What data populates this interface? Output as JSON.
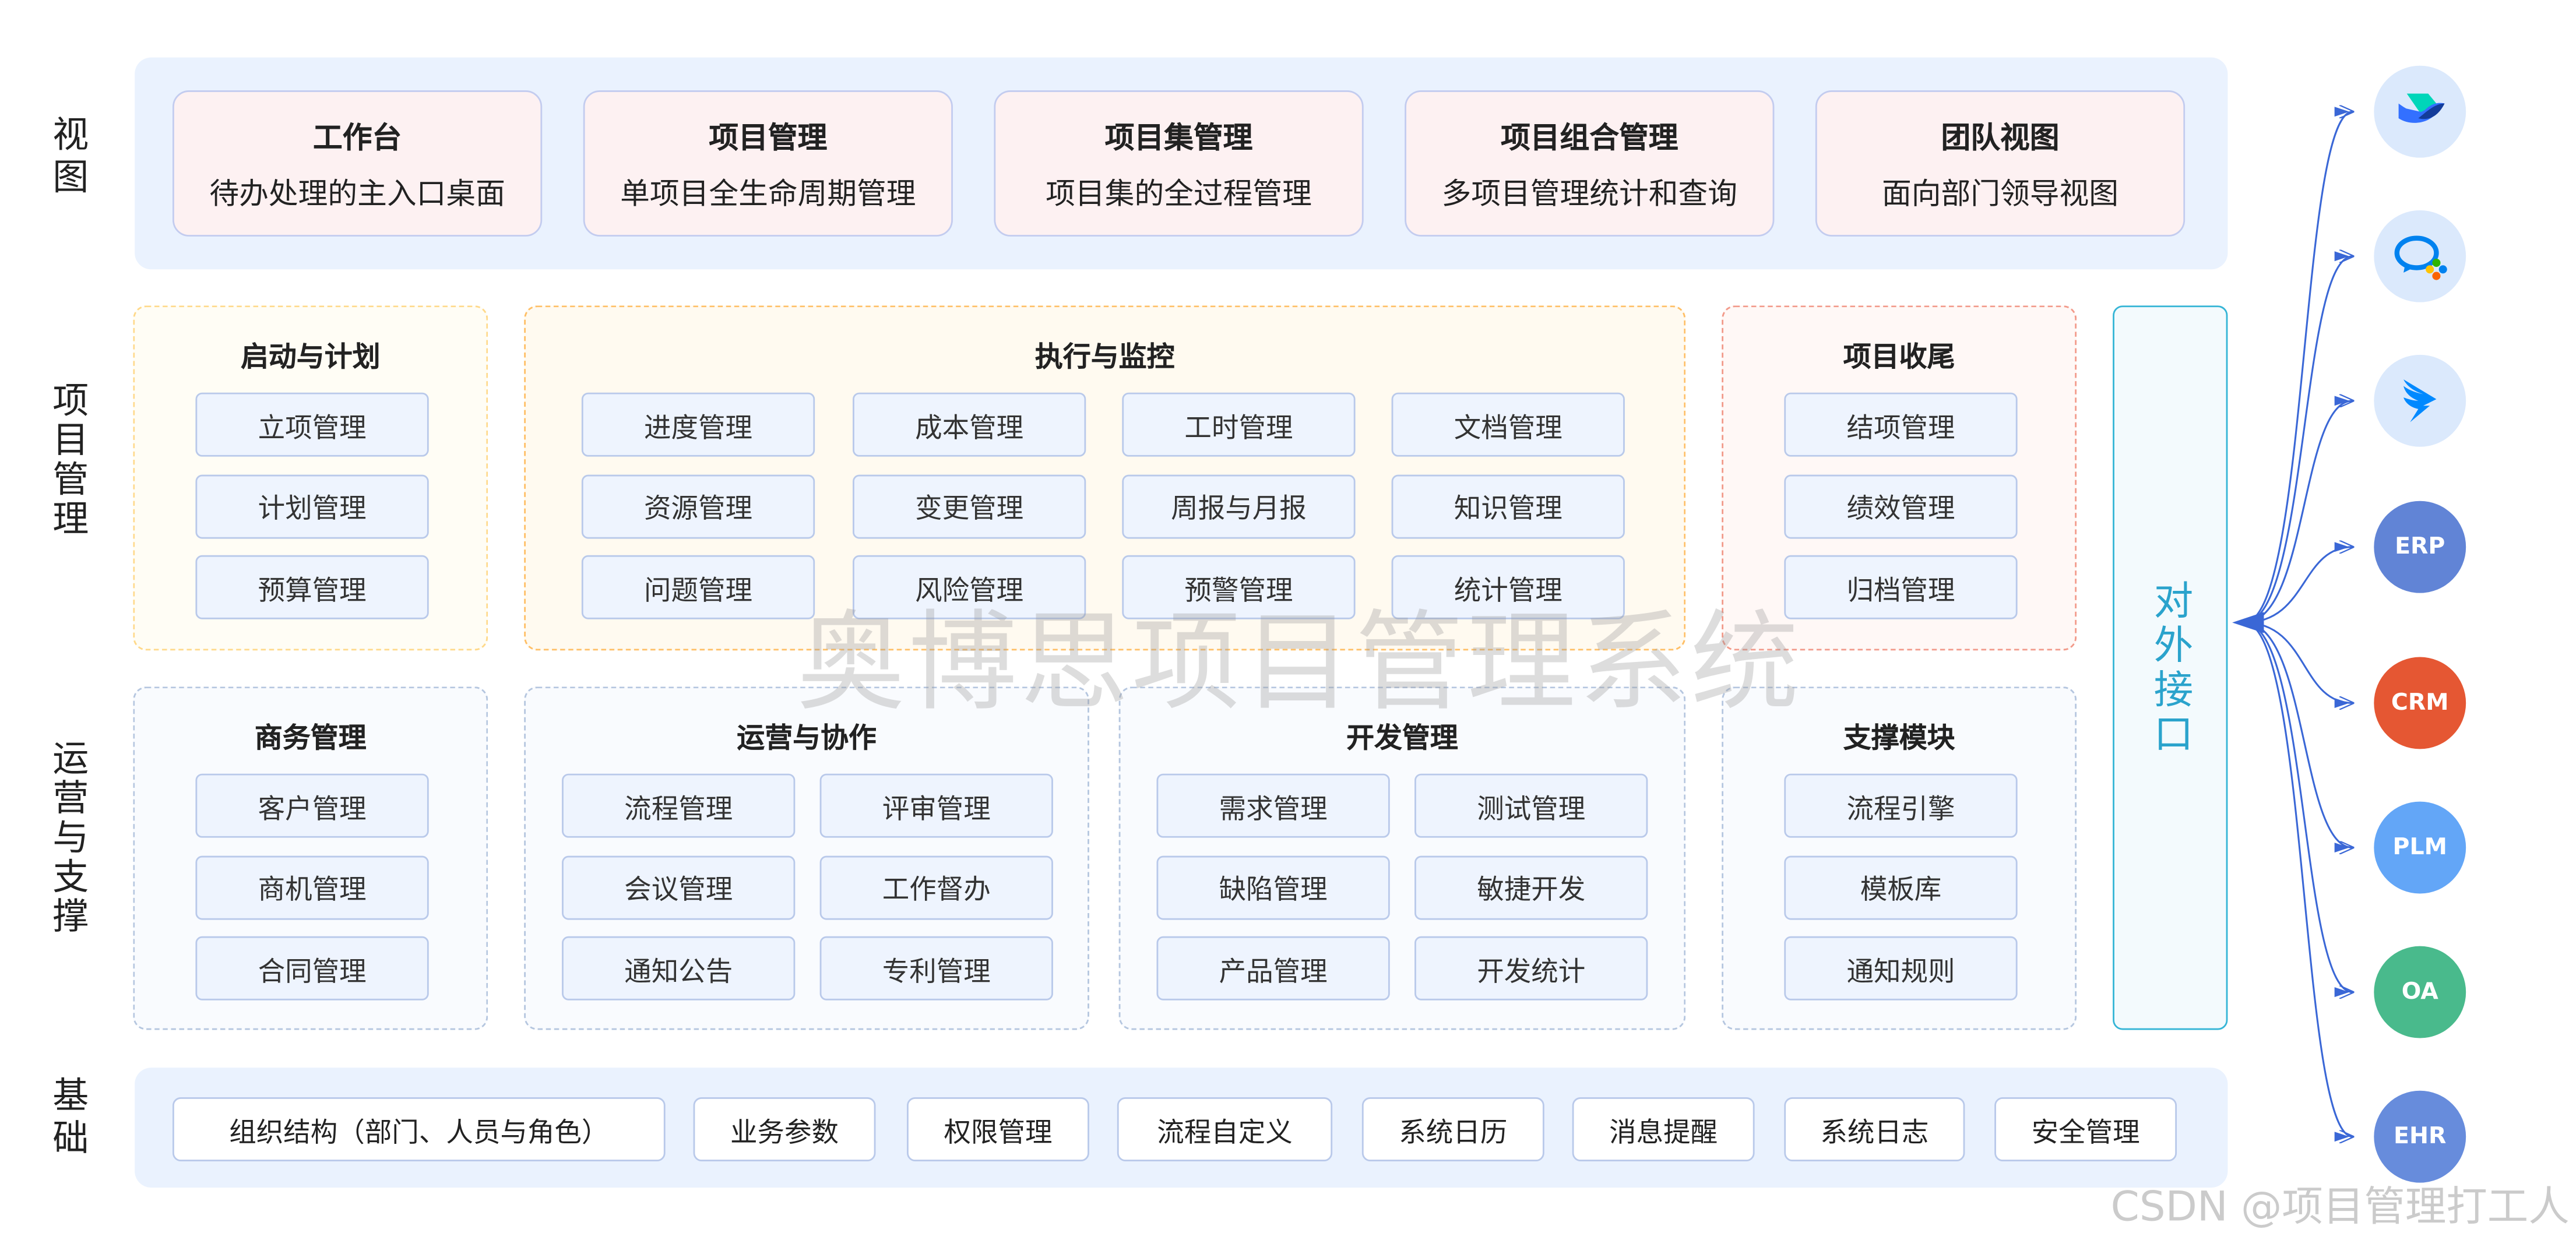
{
  "side_labels": {
    "view": "视图",
    "project": "项目管理",
    "ops": "运营与支撑",
    "base": "基础"
  },
  "views": [
    {
      "title": "工作台",
      "desc": "待办处理的主入口桌面"
    },
    {
      "title": "项目管理",
      "desc": "单项目全生命周期管理"
    },
    {
      "title": "项目集管理",
      "desc": "项目集的全过程管理"
    },
    {
      "title": "项目组合管理",
      "desc": "多项目管理统计和查询"
    },
    {
      "title": "团队视图",
      "desc": "面向部门领导视图"
    }
  ],
  "groups": {
    "start": {
      "title": "启动与计划",
      "items": [
        "立项管理",
        "计划管理",
        "预算管理"
      ]
    },
    "exec": {
      "title": "执行与监控",
      "items": [
        "进度管理",
        "成本管理",
        "工时管理",
        "文档管理",
        "资源管理",
        "变更管理",
        "周报与月报",
        "知识管理",
        "问题管理",
        "风险管理",
        "预警管理",
        "统计管理"
      ]
    },
    "close": {
      "title": "项目收尾",
      "items": [
        "结项管理",
        "绩效管理",
        "归档管理"
      ]
    },
    "biz": {
      "title": "商务管理",
      "items": [
        "客户管理",
        "商机管理",
        "合同管理"
      ]
    },
    "ops": {
      "title": "运营与协作",
      "items": [
        "流程管理",
        "评审管理",
        "会议管理",
        "工作督办",
        "通知公告",
        "专利管理"
      ]
    },
    "dev": {
      "title": "开发管理",
      "items": [
        "需求管理",
        "测试管理",
        "缺陷管理",
        "敏捷开发",
        "产品管理",
        "开发统计"
      ]
    },
    "support": {
      "title": "支撑模块",
      "items": [
        "流程引擎",
        "模板库",
        "通知规则"
      ]
    }
  },
  "interface_label": "对外接口",
  "base_items": [
    "组织结构（部门、人员与角色）",
    "业务参数",
    "权限管理",
    "流程自定义",
    "系统日历",
    "消息提醒",
    "系统日志",
    "安全管理"
  ],
  "external_systems": [
    {
      "name": "feishu-icon",
      "label": ""
    },
    {
      "name": "wecom-icon",
      "label": ""
    },
    {
      "name": "dingtalk-icon",
      "label": ""
    },
    {
      "name": "erp",
      "label": "ERP",
      "color": "#6184d6"
    },
    {
      "name": "crm",
      "label": "CRM",
      "color": "#e55733"
    },
    {
      "name": "plm",
      "label": "PLM",
      "color": "#63a6f7"
    },
    {
      "name": "oa",
      "label": "OA",
      "color": "#49ba8c"
    },
    {
      "name": "ehr",
      "label": "EHR",
      "color": "#678cdc"
    }
  ],
  "watermark": "奥博思项目管理系统",
  "csdn_watermark": "CSDN @项目管理打工人",
  "colors": {
    "accent": "#3a67d6",
    "interface": "#2aa3cc"
  }
}
